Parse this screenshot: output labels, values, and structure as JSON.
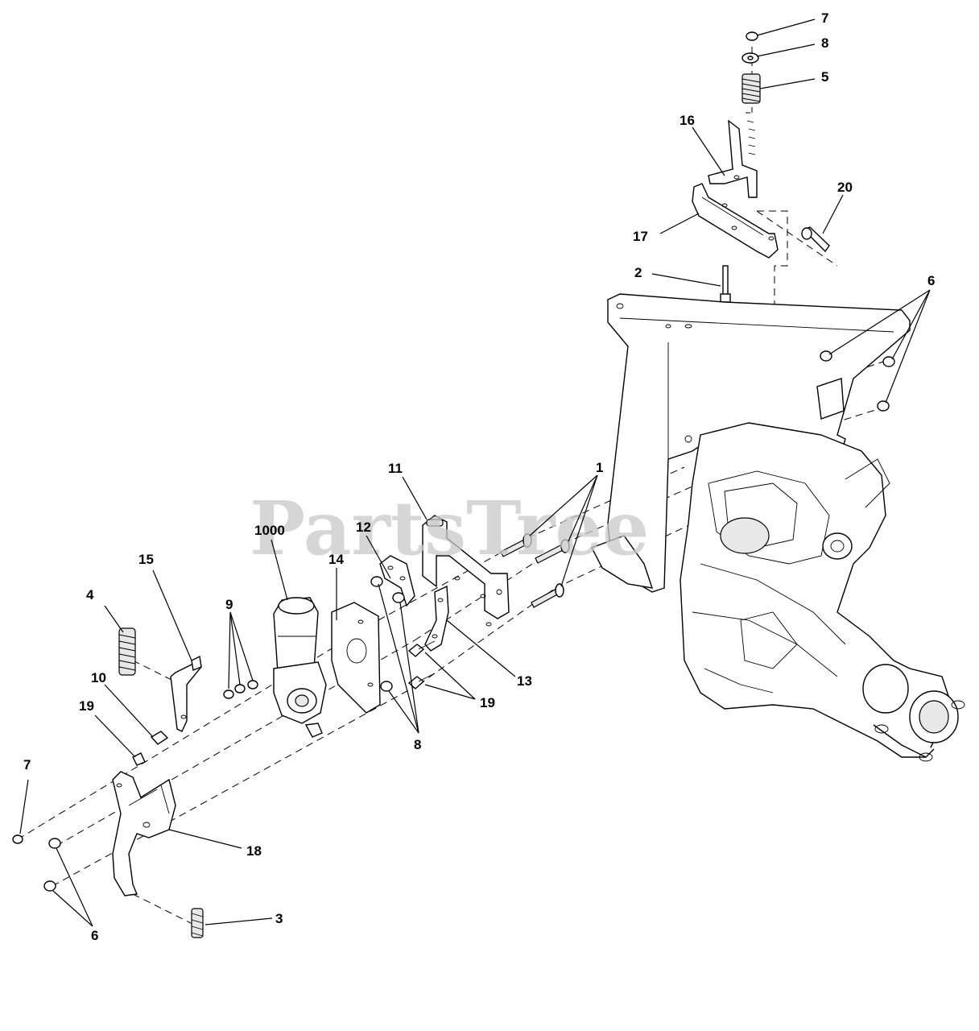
{
  "watermark": {
    "text": "PartsTree"
  },
  "callouts": [
    {
      "id": "c7a",
      "label": "7"
    },
    {
      "id": "c8a",
      "label": "8"
    },
    {
      "id": "c5",
      "label": "5"
    },
    {
      "id": "c16",
      "label": "16"
    },
    {
      "id": "c20",
      "label": "20"
    },
    {
      "id": "c17",
      "label": "17"
    },
    {
      "id": "c2",
      "label": "2"
    },
    {
      "id": "c6a",
      "label": "6"
    },
    {
      "id": "c1",
      "label": "1"
    },
    {
      "id": "c11",
      "label": "11"
    },
    {
      "id": "c12",
      "label": "12"
    },
    {
      "id": "c1000",
      "label": "1000"
    },
    {
      "id": "c14",
      "label": "14"
    },
    {
      "id": "c15",
      "label": "15"
    },
    {
      "id": "c4",
      "label": "4"
    },
    {
      "id": "c9",
      "label": "9"
    },
    {
      "id": "c10",
      "label": "10"
    },
    {
      "id": "c13",
      "label": "13"
    },
    {
      "id": "c19a",
      "label": "19"
    },
    {
      "id": "c19b",
      "label": "19"
    },
    {
      "id": "c8b",
      "label": "8"
    },
    {
      "id": "c7b",
      "label": "7"
    },
    {
      "id": "c18",
      "label": "18"
    },
    {
      "id": "c3",
      "label": "3"
    },
    {
      "id": "c6b",
      "label": "6"
    }
  ]
}
